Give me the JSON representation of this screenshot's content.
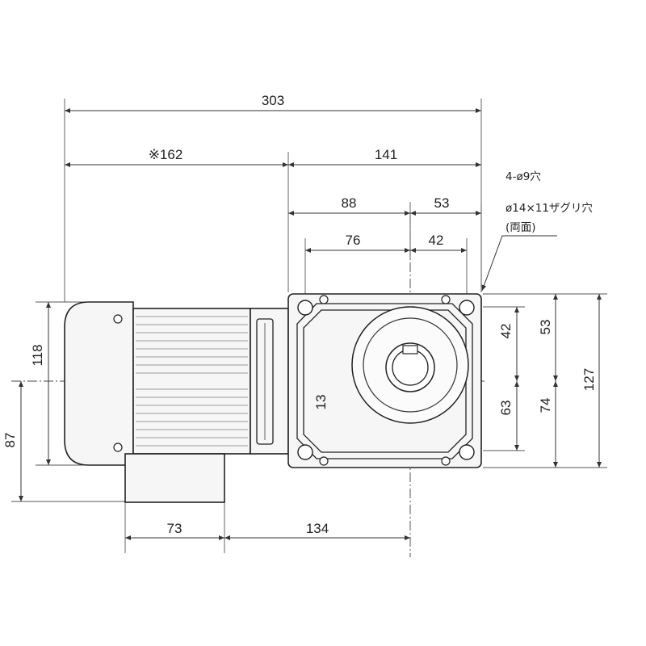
{
  "drawing": {
    "dimensions": {
      "overall_length": "303",
      "motor_length": "※162",
      "gearbox_length": "141",
      "left_to_center": "88",
      "right_to_center": "53",
      "bolt_left": "76",
      "bolt_right": "42",
      "total_height_left": "118",
      "foot_height": "87",
      "keyway": "13",
      "upper_bolt": "42",
      "upper_edge": "53",
      "lower_bolt": "63",
      "lower_edge": "74",
      "total_height_right": "127",
      "terminal_box_width": "73",
      "shaft_offset": "134"
    },
    "notes": {
      "holes": "4-ø9穴",
      "counterbore": "ø14×11ザグリ穴",
      "both_sides": "(両面)"
    }
  }
}
